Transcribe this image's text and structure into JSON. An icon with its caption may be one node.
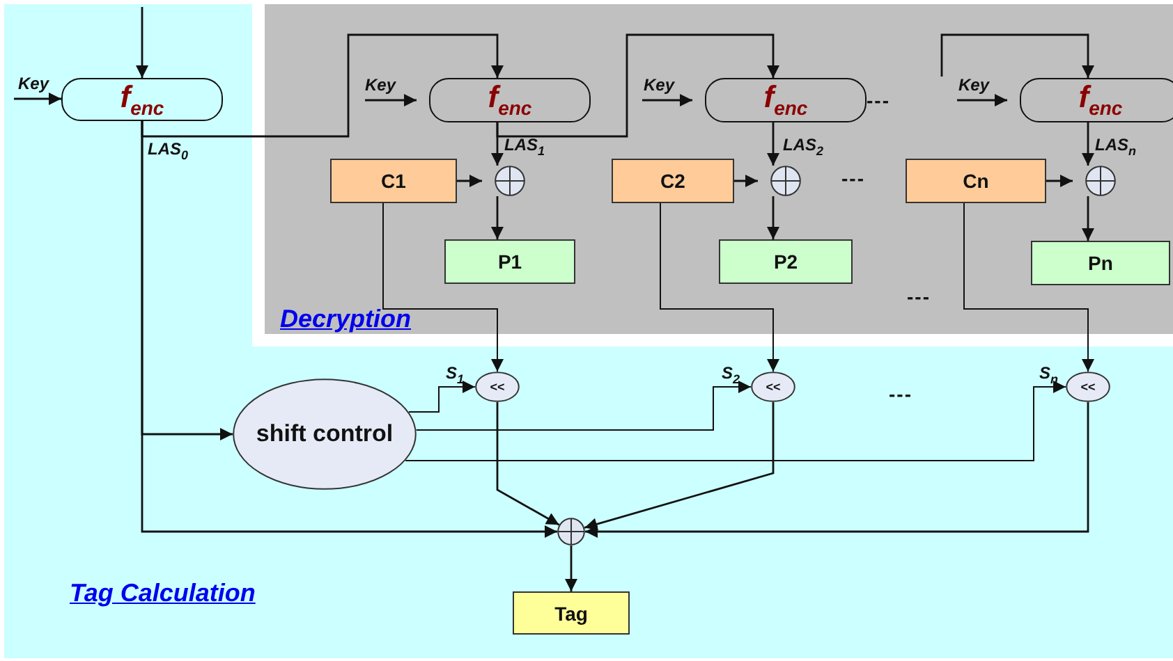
{
  "diagram": {
    "nodes": [
      {
        "text": [
          "Tag Calculation"
        ]
      },
      {
        "text": [
          "Decryption"
        ],
        "in": 0
      },
      {
        "text": [
          "f$_{enc}$"
        ],
        "in": 0
      },
      {
        "text": [
          "f$_{enc}$"
        ],
        "in": 1
      },
      {
        "text": [
          "C1"
        ],
        "in": 1
      },
      {
        "text": [],
        "shape": "circle",
        "in": 1
      },
      {
        "text": [
          "P1"
        ],
        "in": 1
      },
      {
        "text": [
          "f$_{enc}$"
        ],
        "in": 1
      },
      {
        "text": [
          "C2"
        ],
        "in": 1
      },
      {
        "text": [],
        "shape": "circle",
        "in": 1
      },
      {
        "text": [
          "P2"
        ],
        "in": 1
      },
      {
        "text": [
          "f$_{enc}$"
        ],
        "in": 1
      },
      {
        "text": [
          "Cn"
        ],
        "in": 1
      },
      {
        "text": [],
        "shape": "circle",
        "in": 1
      },
      {
        "text": [
          "Pn"
        ],
        "in": 1
      },
      {
        "text": [
          "shift control"
        ],
        "in": 0
      },
      {
        "text": [
          "<<"
        ],
        "in": 0
      },
      {
        "text": [
          "<<"
        ],
        "in": 0
      },
      {
        "text": [
          "<<"
        ],
        "in": 0
      },
      {
        "text": [],
        "shape": "circle",
        "in": 0
      },
      {
        "text": [
          "Tag"
        ],
        "in": 0
      }
    ],
    "edges": [
      {
        "from": null,
        "to": 2,
        "arrow": "to"
      },
      {
        "from": null,
        "to": 2,
        "arrow": "to",
        "label": "Key"
      },
      {
        "from": 2,
        "to": 3,
        "arrow": "to"
      },
      {
        "from": 2,
        "to": 15,
        "arrow": "to"
      },
      {
        "from": 2,
        "to": 19,
        "arrow": "to",
        "label": "LAS$_{0}$"
      },
      {
        "from": null,
        "to": 3,
        "arrow": "to",
        "label": "Key"
      },
      {
        "from": 3,
        "to": 5,
        "arrow": "to",
        "label": "LAS$_{1}$"
      },
      {
        "from": 3,
        "to": 7,
        "arrow": "to"
      },
      {
        "from": 4,
        "to": 5,
        "arrow": "to"
      },
      {
        "from": 5,
        "to": 6,
        "arrow": "to"
      },
      {
        "from": null,
        "to": 7,
        "arrow": "to",
        "label": "Key"
      },
      {
        "from": 7,
        "to": 9,
        "arrow": "to",
        "label": "LAS$_{2}$"
      },
      {
        "from": 8,
        "to": 9,
        "arrow": "to"
      },
      {
        "from": 9,
        "to": 10,
        "arrow": "to"
      },
      {
        "from": null,
        "to": 11,
        "arrow": "to"
      },
      {
        "from": null,
        "to": 11,
        "arrow": "to",
        "label": "Key"
      },
      {
        "from": 11,
        "to": 13,
        "arrow": "to",
        "label": "LAS$_{n}$"
      },
      {
        "from": 12,
        "to": 13,
        "arrow": "to"
      },
      {
        "from": 13,
        "to": 14,
        "arrow": "to"
      },
      {
        "from": 4,
        "to": 16,
        "arrow": "to"
      },
      {
        "from": 8,
        "to": 17,
        "arrow": "to"
      },
      {
        "from": 12,
        "to": 18,
        "arrow": "to"
      },
      {
        "from": 15,
        "to": 16,
        "arrow": "to",
        "label": "S$_{1}$"
      },
      {
        "from": 15,
        "to": 17,
        "arrow": "to",
        "label": "S$_{2}$"
      },
      {
        "from": 15,
        "to": 18,
        "arrow": "to",
        "label": "S$_{n}$"
      },
      {
        "from": 16,
        "to": 19,
        "arrow": "to"
      },
      {
        "from": 17,
        "to": 19,
        "arrow": "to"
      },
      {
        "from": 18,
        "to": 19,
        "arrow": "to"
      },
      {
        "from": 19,
        "to": 20,
        "arrow": "to"
      }
    ],
    "labels": [
      "---",
      "---",
      "---",
      "---"
    ]
  }
}
